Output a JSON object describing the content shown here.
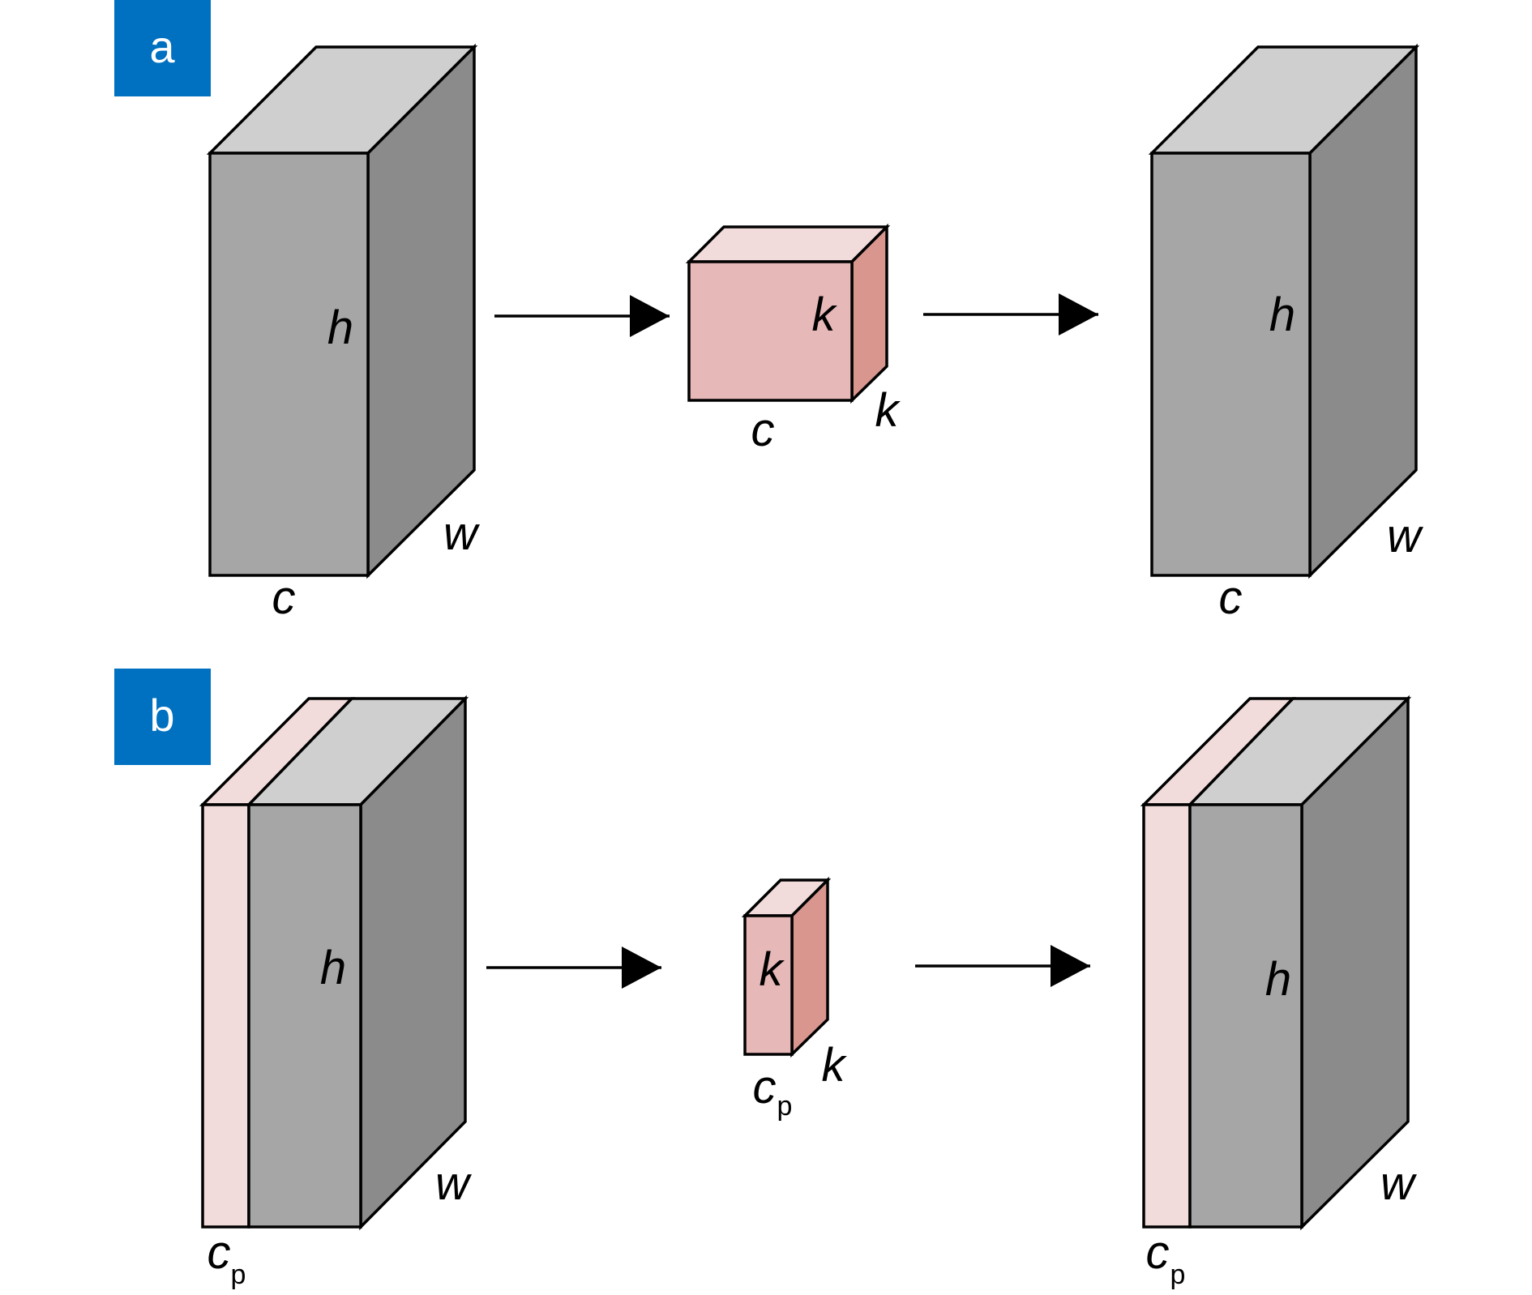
{
  "panels": [
    {
      "letter": "a",
      "input_block": {
        "depth_label": "c",
        "height_label": "h",
        "width_label": "w"
      },
      "kernel": {
        "depth_label": "c",
        "height_label": "k",
        "width_label": "k"
      },
      "output_block": {
        "depth_label": "c",
        "height_label": "h",
        "width_label": "w"
      }
    },
    {
      "letter": "b",
      "input_block": {
        "depth_label": "c",
        "depth_subscript": "p",
        "height_label": "h",
        "width_label": "w"
      },
      "kernel": {
        "depth_label": "c",
        "depth_subscript": "p",
        "height_label": "k",
        "width_label": "k"
      },
      "output_block": {
        "depth_label": "c",
        "depth_subscript": "p",
        "height_label": "h",
        "width_label": "w"
      }
    }
  ],
  "colors": {
    "panel_tag": "#0070c0",
    "block_front": "#a6a6a6",
    "block_top": "#cfcfcf",
    "block_side": "#8b8b8b",
    "kernel_front": "#e6b8b7",
    "kernel_top": "#f2dcdb",
    "kernel_side": "#d9968f",
    "partial_slice": "#f2dcdb",
    "edge": "#000000",
    "arrow": "#000000"
  }
}
